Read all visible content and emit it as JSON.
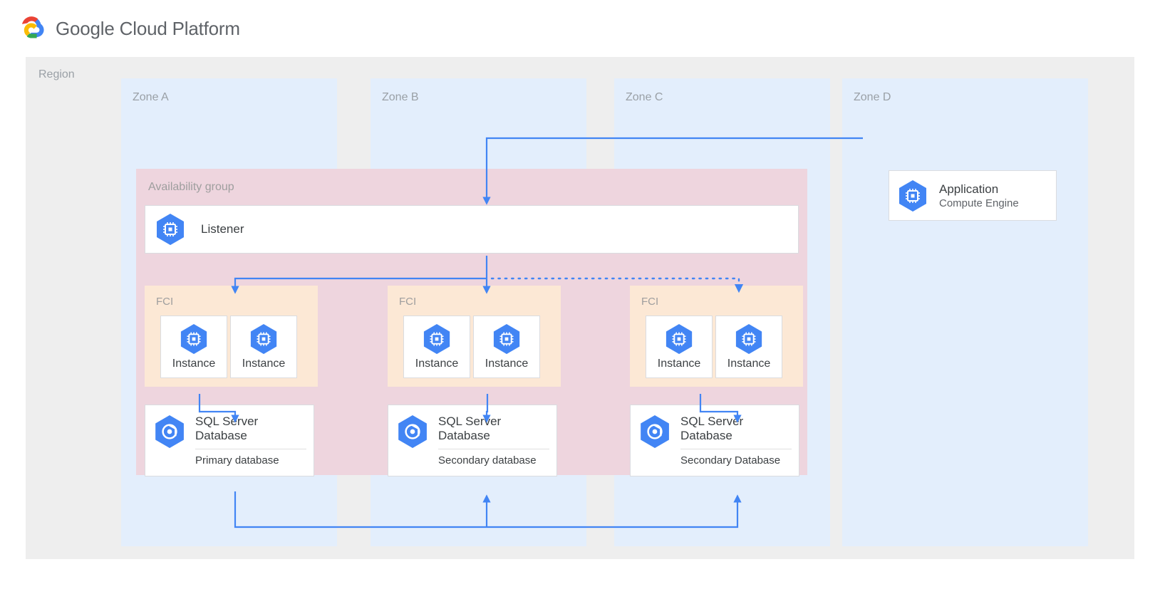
{
  "header": {
    "title": "Google Cloud Platform",
    "logo_icon": "google-cloud-logo"
  },
  "region": {
    "label": "Region"
  },
  "zones": [
    {
      "id": "zone-a",
      "label": "Zone A"
    },
    {
      "id": "zone-b",
      "label": "Zone B"
    },
    {
      "id": "zone-c",
      "label": "Zone C"
    },
    {
      "id": "zone-d",
      "label": "Zone D"
    }
  ],
  "availability_group": {
    "label": "Availability group",
    "listener": {
      "title": "Listener",
      "icon": "compute-engine-hexagon-icon"
    }
  },
  "fci_groups": [
    {
      "id": "fci-a",
      "label": "FCI",
      "zone": "Zone A",
      "instances": [
        {
          "label": "Instance",
          "icon": "compute-engine-hexagon-icon"
        },
        {
          "label": "Instance",
          "icon": "compute-engine-hexagon-icon"
        }
      ]
    },
    {
      "id": "fci-b",
      "label": "FCI",
      "zone": "Zone B",
      "instances": [
        {
          "label": "Instance",
          "icon": "compute-engine-hexagon-icon"
        },
        {
          "label": "Instance",
          "icon": "compute-engine-hexagon-icon"
        }
      ]
    },
    {
      "id": "fci-c",
      "label": "FCI",
      "zone": "Zone C",
      "instances": [
        {
          "label": "Instance",
          "icon": "compute-engine-hexagon-icon"
        },
        {
          "label": "Instance",
          "icon": "compute-engine-hexagon-icon"
        }
      ]
    }
  ],
  "databases": [
    {
      "id": "db-a",
      "title": "SQL Server Database",
      "role": "Primary database",
      "zone": "Zone A",
      "icon": "sql-database-hexagon-icon"
    },
    {
      "id": "db-b",
      "title": "SQL Server Database",
      "role": "Secondary database",
      "zone": "Zone B",
      "icon": "sql-database-hexagon-icon"
    },
    {
      "id": "db-c",
      "title": "SQL Server Database",
      "role": "Secondary Database",
      "zone": "Zone C",
      "icon": "sql-database-hexagon-icon"
    }
  ],
  "application": {
    "title": "Application",
    "subtitle": "Compute Engine",
    "zone": "Zone D",
    "icon": "compute-engine-hexagon-icon"
  },
  "colors": {
    "zone_fill": "#e3eefc",
    "region_fill": "#eeeeee",
    "availability_group_fill": "#eed5de",
    "fci_fill": "#fce8d5",
    "connector": "#4285f4",
    "icon_blue": "#4285f4",
    "card_border": "#dadce0",
    "label_grey": "#9aa0a6",
    "text_dark": "#3c4043"
  },
  "connectors": [
    {
      "from": "Application",
      "to": "Listener",
      "style": "solid"
    },
    {
      "from": "Listener",
      "to": "FCI (Zone A)",
      "style": "solid"
    },
    {
      "from": "Listener",
      "to": "FCI (Zone B)",
      "style": "solid"
    },
    {
      "from": "Listener",
      "to": "FCI (Zone C)",
      "style": "dotted"
    },
    {
      "from": "FCI (Zone A)",
      "to": "SQL Server Database (Zone A)",
      "style": "solid"
    },
    {
      "from": "FCI (Zone B)",
      "to": "SQL Server Database (Zone B)",
      "style": "solid"
    },
    {
      "from": "FCI (Zone C)",
      "to": "SQL Server Database (Zone C)",
      "style": "solid"
    },
    {
      "from": "Primary database",
      "to": "Secondary database (Zone B)",
      "style": "solid"
    },
    {
      "from": "Primary database",
      "to": "Secondary Database (Zone C)",
      "style": "solid"
    }
  ]
}
